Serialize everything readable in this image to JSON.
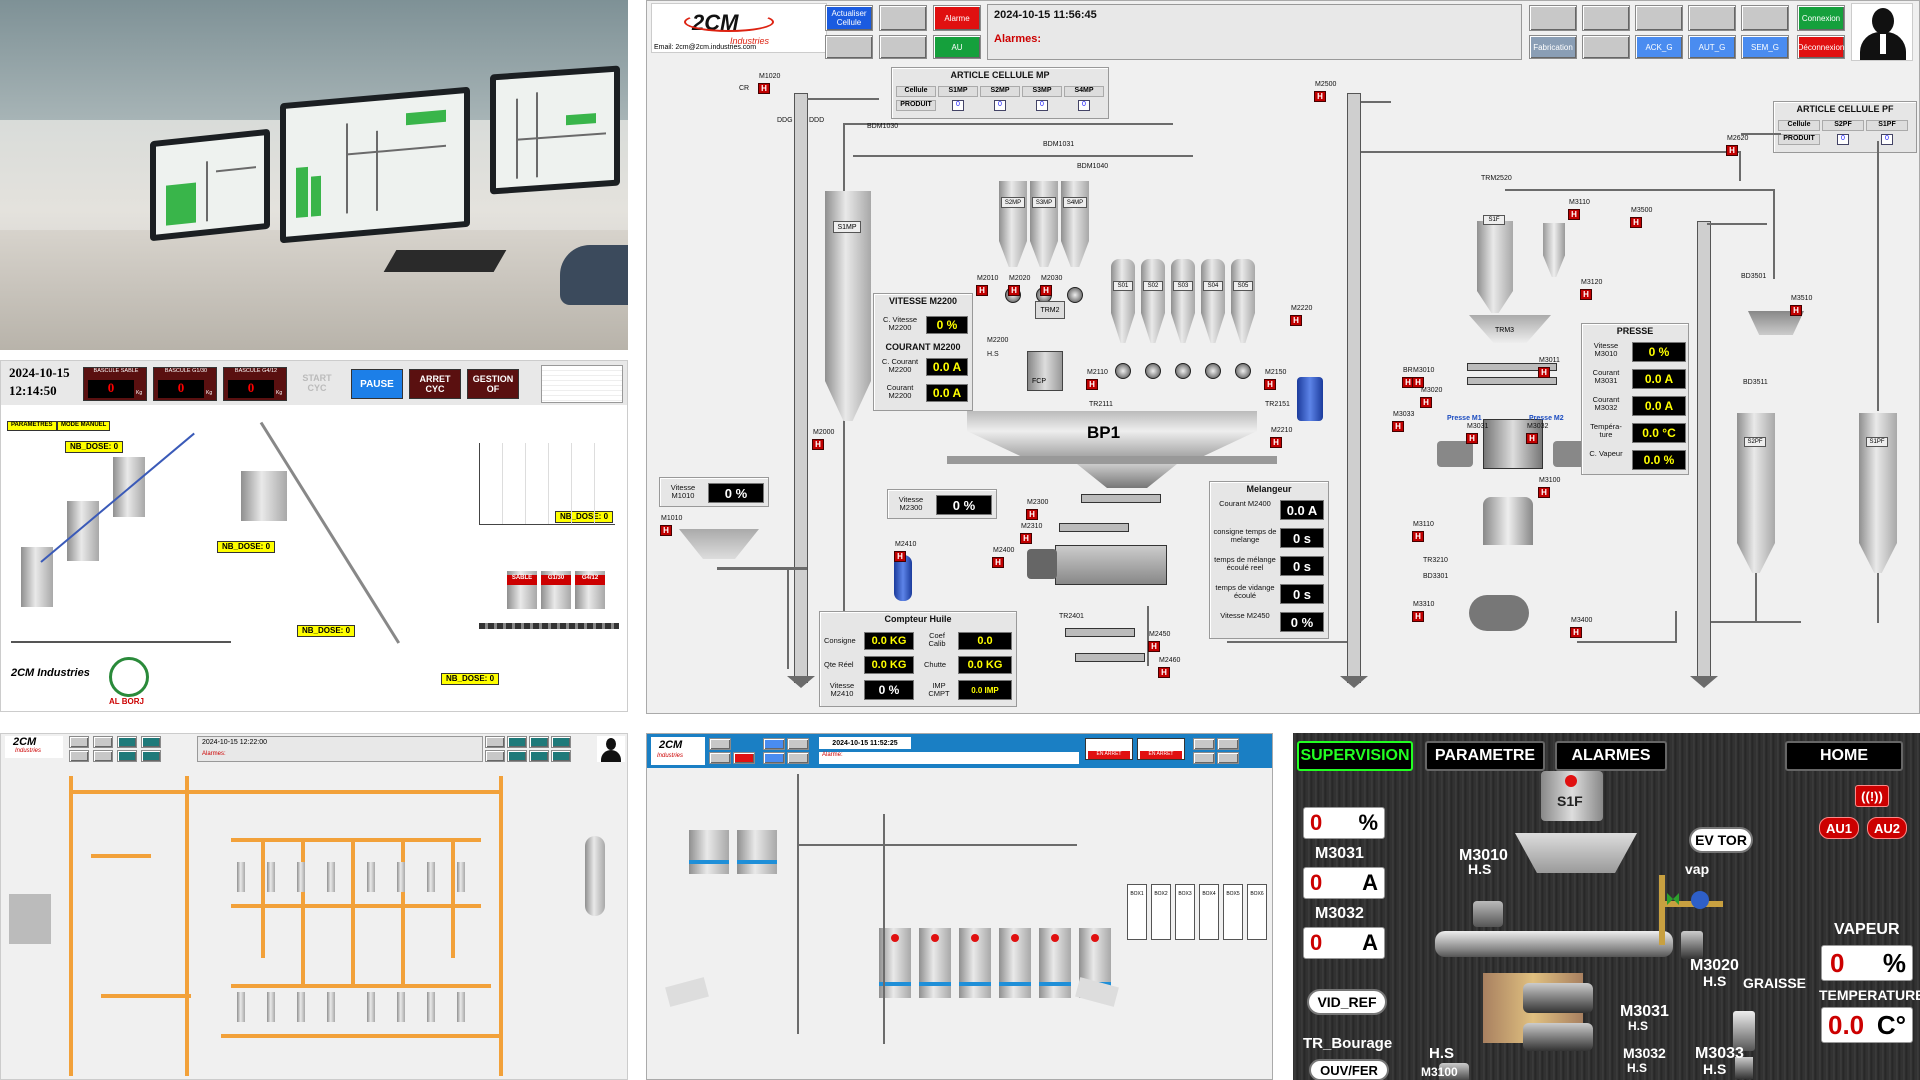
{
  "photo": {},
  "p1": {
    "date": "2024-10-15",
    "time": "12:14:50",
    "bascules": [
      "BASCULE SABLE",
      "BASCULE G1/30",
      "BASCULE G4/12"
    ],
    "bascule_vals": [
      "0",
      "0",
      "0"
    ],
    "bascule_unit": "Kg",
    "start": "START CYC",
    "pause": "PAUSE",
    "arret": "ARRET CYC",
    "gestion": "GESTION OF",
    "params": "PARAMETRES",
    "mode": "MODE MANUEL",
    "nb_dose": "NB_DOSE: 0",
    "hoppers": [
      "SABLE",
      "G1/30",
      "G4/12"
    ],
    "logo1": "2CM Industries",
    "logo2": "AL BORJ"
  },
  "main": {
    "email": "Email: 2cm@2cm.industries.com",
    "logo": "2CM",
    "logo_sub": "Industries",
    "btn_actualiser": "Actualiser Cellule",
    "btn_alarme": "Alarme",
    "btn_au": "AU",
    "datetime": "2024-10-15 11:56:45",
    "alarmes": "Alarmes:",
    "btn_fabrication": "Fabrication",
    "btn_ack": "ACK_G",
    "btn_aut": "AUT_G",
    "btn_sem": "SEM_G",
    "btn_connexion": "Connexion",
    "btn_deconnexion": "Déconnexion",
    "mp_title": "ARTICLE CELLULE MP",
    "mp_headers": [
      "Cellule",
      "S1MP",
      "S2MP",
      "S3MP",
      "S4MP"
    ],
    "mp_row": "PRODUIT",
    "mp_vals": [
      "0",
      "0",
      "0",
      "0"
    ],
    "pf_title": "ARTICLE CELLULE PF",
    "pf_headers": [
      "Cellule",
      "S2PF",
      "S1PF"
    ],
    "pf_row": "PRODUIT",
    "pf_vals": [
      "0",
      "0"
    ],
    "vitesse_title": "VITESSE M2200",
    "cvitesse_lbl": "C. Vitesse M2200",
    "cvitesse_val": "0 %",
    "courant_title": "COURANT M2200",
    "ccourant_lbl": "C. Courant M2200",
    "ccourant_val": "0.0 A",
    "courant_lbl": "Courant M2200",
    "courant_val": "0.0 A",
    "vit_m1010_lbl": "Vitesse M1010",
    "vit_m1010_val": "0 %",
    "vit_m2300_lbl": "Vitesse M2300",
    "vit_m2300_val": "0 %",
    "bp1": "BP1",
    "melangeur_title": "Melangeur",
    "mel_rows": [
      {
        "l": "Courant M2400",
        "v": "0.0 A"
      },
      {
        "l": "consigne temps de melange",
        "v": "0 s"
      },
      {
        "l": "temps de mélange écoulé reel",
        "v": "0 s"
      },
      {
        "l": "temps de vidange écoulé",
        "v": "0 s"
      },
      {
        "l": "Vitesse M2450",
        "v": "0 %"
      }
    ],
    "huile_title": "Compteur Huile",
    "consigne_lbl": "Consigne",
    "consigne_val": "0.0 KG",
    "coef_lbl": "Coef Calib",
    "coef_val": "0.0",
    "qte_lbl": "Qte Réel",
    "qte_val": "0.0 KG",
    "chutte_lbl": "Chutte",
    "chutte_val": "0.0 KG",
    "vit2410_lbl": "Vitesse M2410",
    "vit2410_val": "0 %",
    "imp_lbl": "IMP CMPT",
    "imp_val": "0.0 IMP",
    "presse_title": "PRESSE",
    "presse_rows": [
      {
        "l": "Vitesse M3010",
        "v": "0 %"
      },
      {
        "l": "Courant M3031",
        "v": "0.0 A"
      },
      {
        "l": "Courant M3032",
        "v": "0.0 A"
      },
      {
        "l": "Tempéra-ture",
        "v": "0.0 °C"
      },
      {
        "l": "C. Vapeur",
        "v": "0.0 %"
      }
    ],
    "silos_mp": [
      "S1MP",
      "S2MP",
      "S3MP",
      "S4MP"
    ],
    "silos_small": [
      "S01",
      "S02",
      "S03",
      "S04",
      "S05"
    ],
    "trm2": "TRM2",
    "trm3": "TRM3",
    "fcp": "FCP",
    "s1f": "S1F",
    "s2pf": "S2PF",
    "s1pf": "S1PF",
    "presse_m1": "Presse M1",
    "presse_m2": "Presse M2",
    "tags": {
      "m1020": "M1020",
      "cr": "CR",
      "ddg": "DDG",
      "ddd": "DDD",
      "bdm1030": "BDM1030",
      "bdm1031": "BDM1031",
      "bdm1040": "BDM1040",
      "m2010": "M2010",
      "m2020": "M2020",
      "m2030": "M2030",
      "m2200": "M2200",
      "hs": "H.S",
      "m2110": "M2110",
      "m2150": "M2150",
      "tr2111": "TR2111",
      "tr2151": "TR2151",
      "m2220": "M2220",
      "m2210": "M2210",
      "m2000": "M2000",
      "m1010": "M1010",
      "m2300": "M2300",
      "m2310": "M2310",
      "m2410": "M2410",
      "m2400": "M2400",
      "tr2401": "TR2401",
      "m2450": "M2450",
      "m2460": "M2460",
      "m2500": "M2500",
      "m2620": "M2620",
      "trm2520": "TRM2520",
      "m3110": "M3110",
      "m3120": "M3120",
      "m3500": "M3500",
      "bd3501": "BD3501",
      "m3510": "M3510",
      "bd3511": "BD3511",
      "br": "BR",
      "m3010": "M3010",
      "m3020": "M3020",
      "m3011": "M3011",
      "m3033": "M3033",
      "m3031": "M3031",
      "m3032": "M3032",
      "m3100": "M3100",
      "m3110b": "M3110",
      "tr3210": "TR3210",
      "bd3301": "BD3301",
      "m3310": "M3310",
      "m3400": "M3400"
    }
  },
  "p3": {
    "datetime": "2024-10-15 12:22:00",
    "alarmes": "Alarmes:",
    "logo": "2CM",
    "logo_sub": "Industries"
  },
  "p4": {
    "datetime": "2024-10-15 11:52:25",
    "alarmes": "Alarme:",
    "en_arret": "EN ARRET",
    "boxes": [
      "BOX1",
      "BOX2",
      "BOX3",
      "BOX4",
      "BOX5",
      "BOX6"
    ],
    "logo": "2CM",
    "logo_sub": "Industries"
  },
  "p5": {
    "nav": [
      "SUPERVISION",
      "PARAMETRE",
      "ALARMES",
      "HOME"
    ],
    "val1": "0",
    "unit1": "%",
    "m3031": "M3031",
    "val2": "0",
    "unit2": "A",
    "m3032": "M3032",
    "val3": "0",
    "unit3": "A",
    "vid_ref": "VID_REF",
    "tr_bourage": "TR_Bourage",
    "ouv_fer": "OUV/FER",
    "s1f": "S1F",
    "m3010": "M3010",
    "hs": "H.S",
    "ev_tor": "EV TOR",
    "vap": "vap",
    "au1": "AU1",
    "au2": "AU2",
    "vapeur": "VAPEUR",
    "vapeur_val": "0",
    "vapeur_unit": "%",
    "temperature": "TEMPERATURE",
    "temp_val": "0.0",
    "temp_unit": "C°",
    "m3020": "M3020",
    "graisse": "GRAISSE",
    "m3031b": "M3031",
    "m3032b": "M3032",
    "m3033": "M3033",
    "m3100": "M3100"
  }
}
